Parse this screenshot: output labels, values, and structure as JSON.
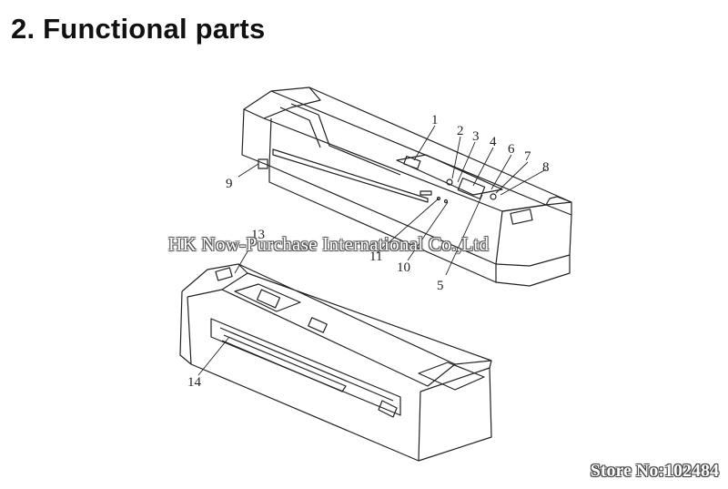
{
  "heading": "2.  Functional parts",
  "callouts": {
    "c1": "1",
    "c2": "2",
    "c3": "3",
    "c4": "4",
    "c5": "5",
    "c6": "6",
    "c7": "7",
    "c8": "8",
    "c9": "9",
    "c10": "10",
    "c11": "11",
    "c13": "13",
    "c14": "14"
  },
  "watermark": "HK Now-Purchase International Co.,Ltd",
  "store_label": "Store No:102484"
}
